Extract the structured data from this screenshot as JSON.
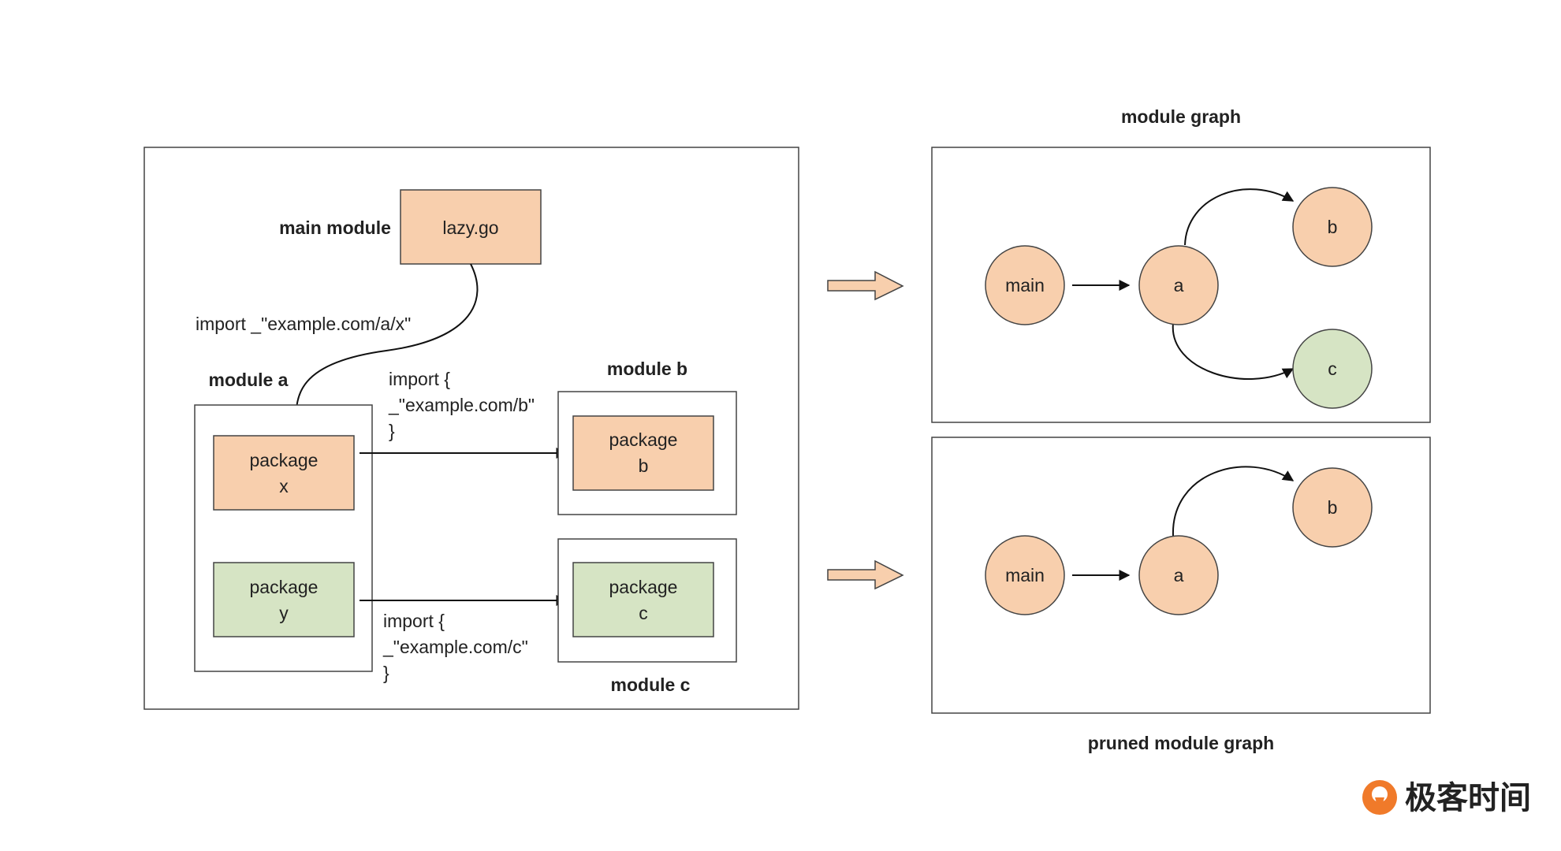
{
  "left_panel": {
    "main_module_label": "main module",
    "lazy_file": "lazy.go",
    "import_a": "import _\"example.com/a/x\"",
    "module_a_label": "module a",
    "package_x": [
      "package",
      "x"
    ],
    "package_y": [
      "package",
      "y"
    ],
    "import_b": [
      "import {",
      "_\"example.com/b\"",
      "}"
    ],
    "import_c": [
      "import {",
      "_\"example.com/c\"",
      "}"
    ],
    "module_b_label": "module b",
    "package_b": [
      "package",
      "b"
    ],
    "module_c_label": "module c",
    "package_c": [
      "package",
      "c"
    ]
  },
  "graphs": {
    "module_graph_title": "module graph",
    "pruned_graph_title": "pruned module graph",
    "top_nodes": [
      "main",
      "a",
      "b",
      "c"
    ],
    "bottom_nodes": [
      "main",
      "a",
      "b"
    ]
  },
  "logo": {
    "text": "极客时间"
  },
  "colors": {
    "orange_fill": "#F8CFAD",
    "green_fill": "#D6E4C4",
    "stroke": "#333333"
  }
}
